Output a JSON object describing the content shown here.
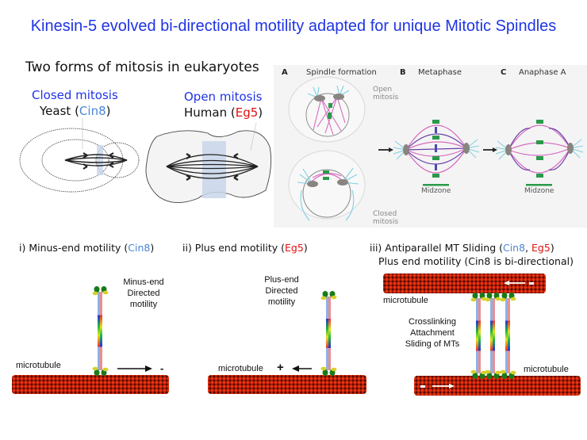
{
  "title": "Kinesin-5 evolved bi-directional motility adapted for unique Mitotic Spindles",
  "subtitle": "Two forms of mitosis in eukaryotes",
  "colors": {
    "title_blue": "#1f34e6",
    "cin8_blue": "#4a86d6",
    "eg5_red": "#e01010",
    "microtubule_red": "#e02a10",
    "motor_head_green": "#1a7a1a",
    "motor_neck_yellow": "#d6d02a",
    "spindle_pink": "#d66bc0",
    "spindle_purple": "#6a3fa8",
    "aster_cyan": "#7fd0e0",
    "midzone_green": "#2a9a4a"
  },
  "mitosis_types": {
    "closed": {
      "heading": "Closed mitosis",
      "organism": "Yeast",
      "open_paren": " (",
      "protein": "Cin8",
      "close_paren": ")"
    },
    "open": {
      "heading": "Open mitosis",
      "organism": "Human",
      "open_paren": " (",
      "protein": "Eg5",
      "close_paren": ")"
    }
  },
  "panel": {
    "stages": [
      {
        "letter": "A",
        "label": "Spindle formation"
      },
      {
        "letter": "B",
        "label": "Metaphase"
      },
      {
        "letter": "C",
        "label": "Anaphase A"
      }
    ],
    "open_mitosis_label_line1": "Open",
    "open_mitosis_label_line2": "mitosis",
    "closed_mitosis_label_line1": "Closed",
    "closed_mitosis_label_line2": "mitosis",
    "midzone_label_b": "Midzone",
    "midzone_label_c": "Midzone",
    "plus_sign": "+"
  },
  "sections": [
    {
      "caption_prefix": "i) Minus-end motility (",
      "caption_protein": "Cin8",
      "caption_suffix": ")",
      "annotation": [
        "Minus-end",
        "Directed",
        "motility"
      ],
      "mt_label": "microtubule",
      "direction_sign": "-"
    },
    {
      "caption_prefix": "ii)  Plus end motility (",
      "caption_protein": "Eg5",
      "caption_suffix": ")",
      "annotation": [
        "Plus-end",
        "Directed",
        "motility"
      ],
      "mt_label": "microtubule",
      "direction_sign": "+"
    },
    {
      "caption_prefix": "iii) Antiparallel MT Sliding  (",
      "caption_protein1": "Cin8",
      "caption_sep": ", ",
      "caption_protein2": "Eg5",
      "caption_suffix": ")",
      "caption_line2": "Plus end motility  (Cin8 is bi-directional)",
      "annotation": [
        "Crosslinking",
        "Attachment",
        "Sliding of MTs"
      ],
      "mt_label_top": "microtubule",
      "mt_label_bottom": "microtubule",
      "direction_sign_top": "-",
      "direction_sign_bottom": "-"
    }
  ]
}
